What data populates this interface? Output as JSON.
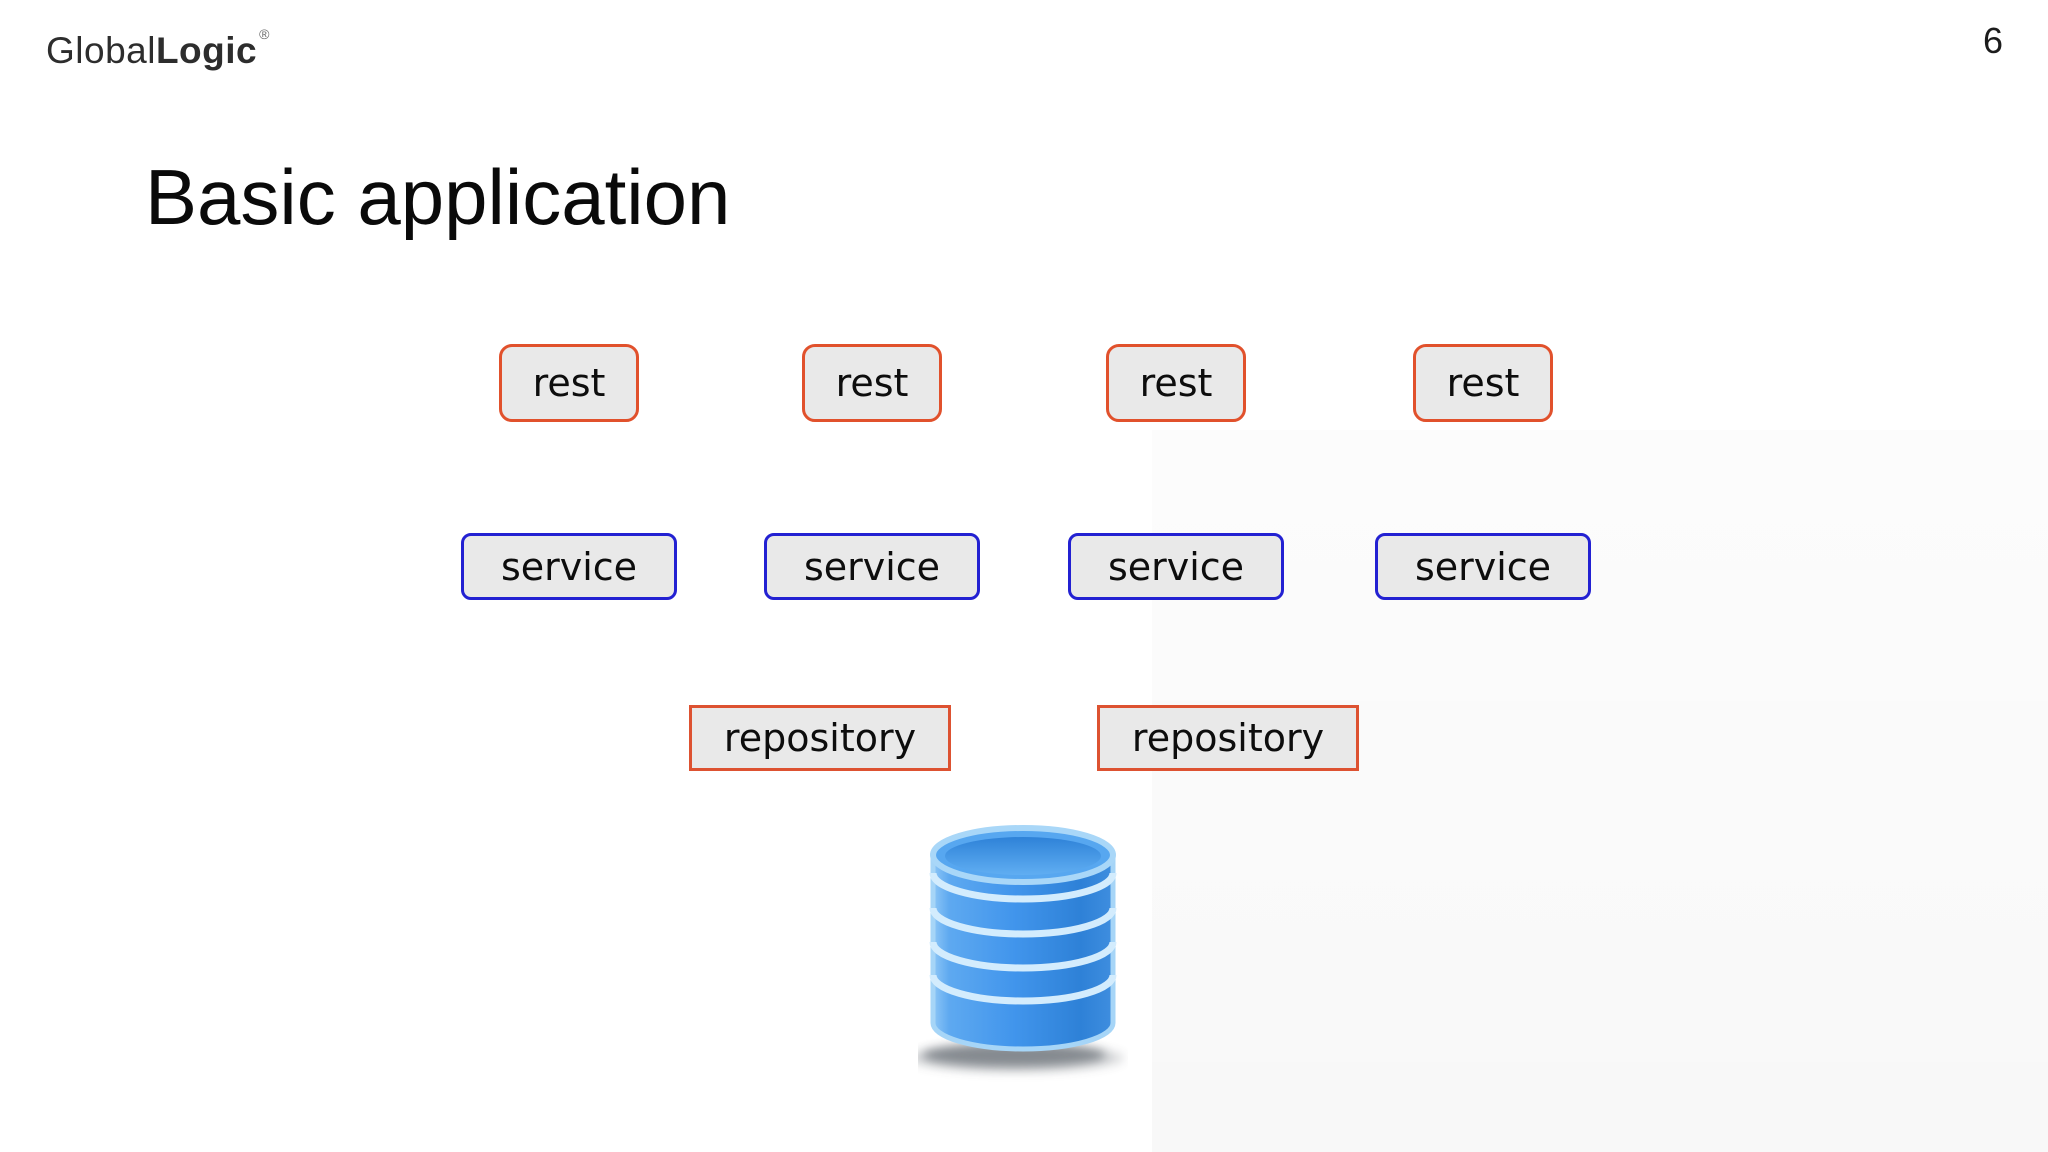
{
  "slide": {
    "logo": {
      "text_regular": "Global",
      "text_bold": "Logic",
      "registered_mark": "®"
    },
    "page_number": "6",
    "title": "Basic application"
  },
  "diagram": {
    "rest_labels": [
      "rest",
      "rest",
      "rest",
      "rest"
    ],
    "service_labels": [
      "service",
      "service",
      "service",
      "service"
    ],
    "repository_labels": [
      "repository",
      "repository"
    ],
    "database_icon": "database-cylinder-icon",
    "colors": {
      "rest_border": "#e1512c",
      "service_border": "#2321d2",
      "repository_border": "#dd5231",
      "box_fill": "#e9e9e9",
      "database_blue_light": "#8ecbf7",
      "database_blue": "#4195ec",
      "database_blue_dark": "#2e81d7"
    }
  }
}
